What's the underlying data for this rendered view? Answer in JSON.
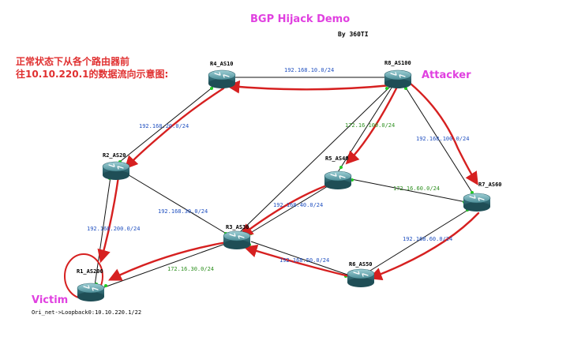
{
  "title": "BGP Hijack Demo",
  "byline": "By 360TI",
  "note": {
    "line1": "正常状态下从各个路由器前",
    "line2": "往10.10.220.1的数据流向示意图:"
  },
  "routers": {
    "r4": "R4_AS10",
    "r8": "R8_AS100",
    "r2": "R2_AS20",
    "r5": "R5_AS40",
    "r7": "R7_AS60",
    "r3": "R3_AS30",
    "r6": "R6_AS50",
    "r1": "R1_AS200"
  },
  "links": {
    "r4_r8": "192.168.10.0/24",
    "r4_r2": "192.168.20.0/24",
    "r8_r5": "172.16.100.0/24",
    "r8_r7": "192.168.100.0/24",
    "r5_r7": "172.16.60.0/24",
    "r2_r3": "192.168.30.0/24",
    "r3_r5": "192.168.40.0/24",
    "r2_r1": "192.168.200.0/24",
    "r7_r6": "192.168.60.0/24",
    "r3_r6": "192.168.50.0/24",
    "r3_r1": "172.16.30.0/24"
  },
  "roles": {
    "attacker": "Attacker",
    "victim": "Victim"
  },
  "footer": "Ori_net->Loopback0:10.10.220.1/22",
  "colors": {
    "title": "#e040e0",
    "note": "#e03030",
    "flow": "#d62020",
    "blue_label": "#2050c0",
    "green_label": "#2e9020",
    "router": "#3f7f8a"
  }
}
